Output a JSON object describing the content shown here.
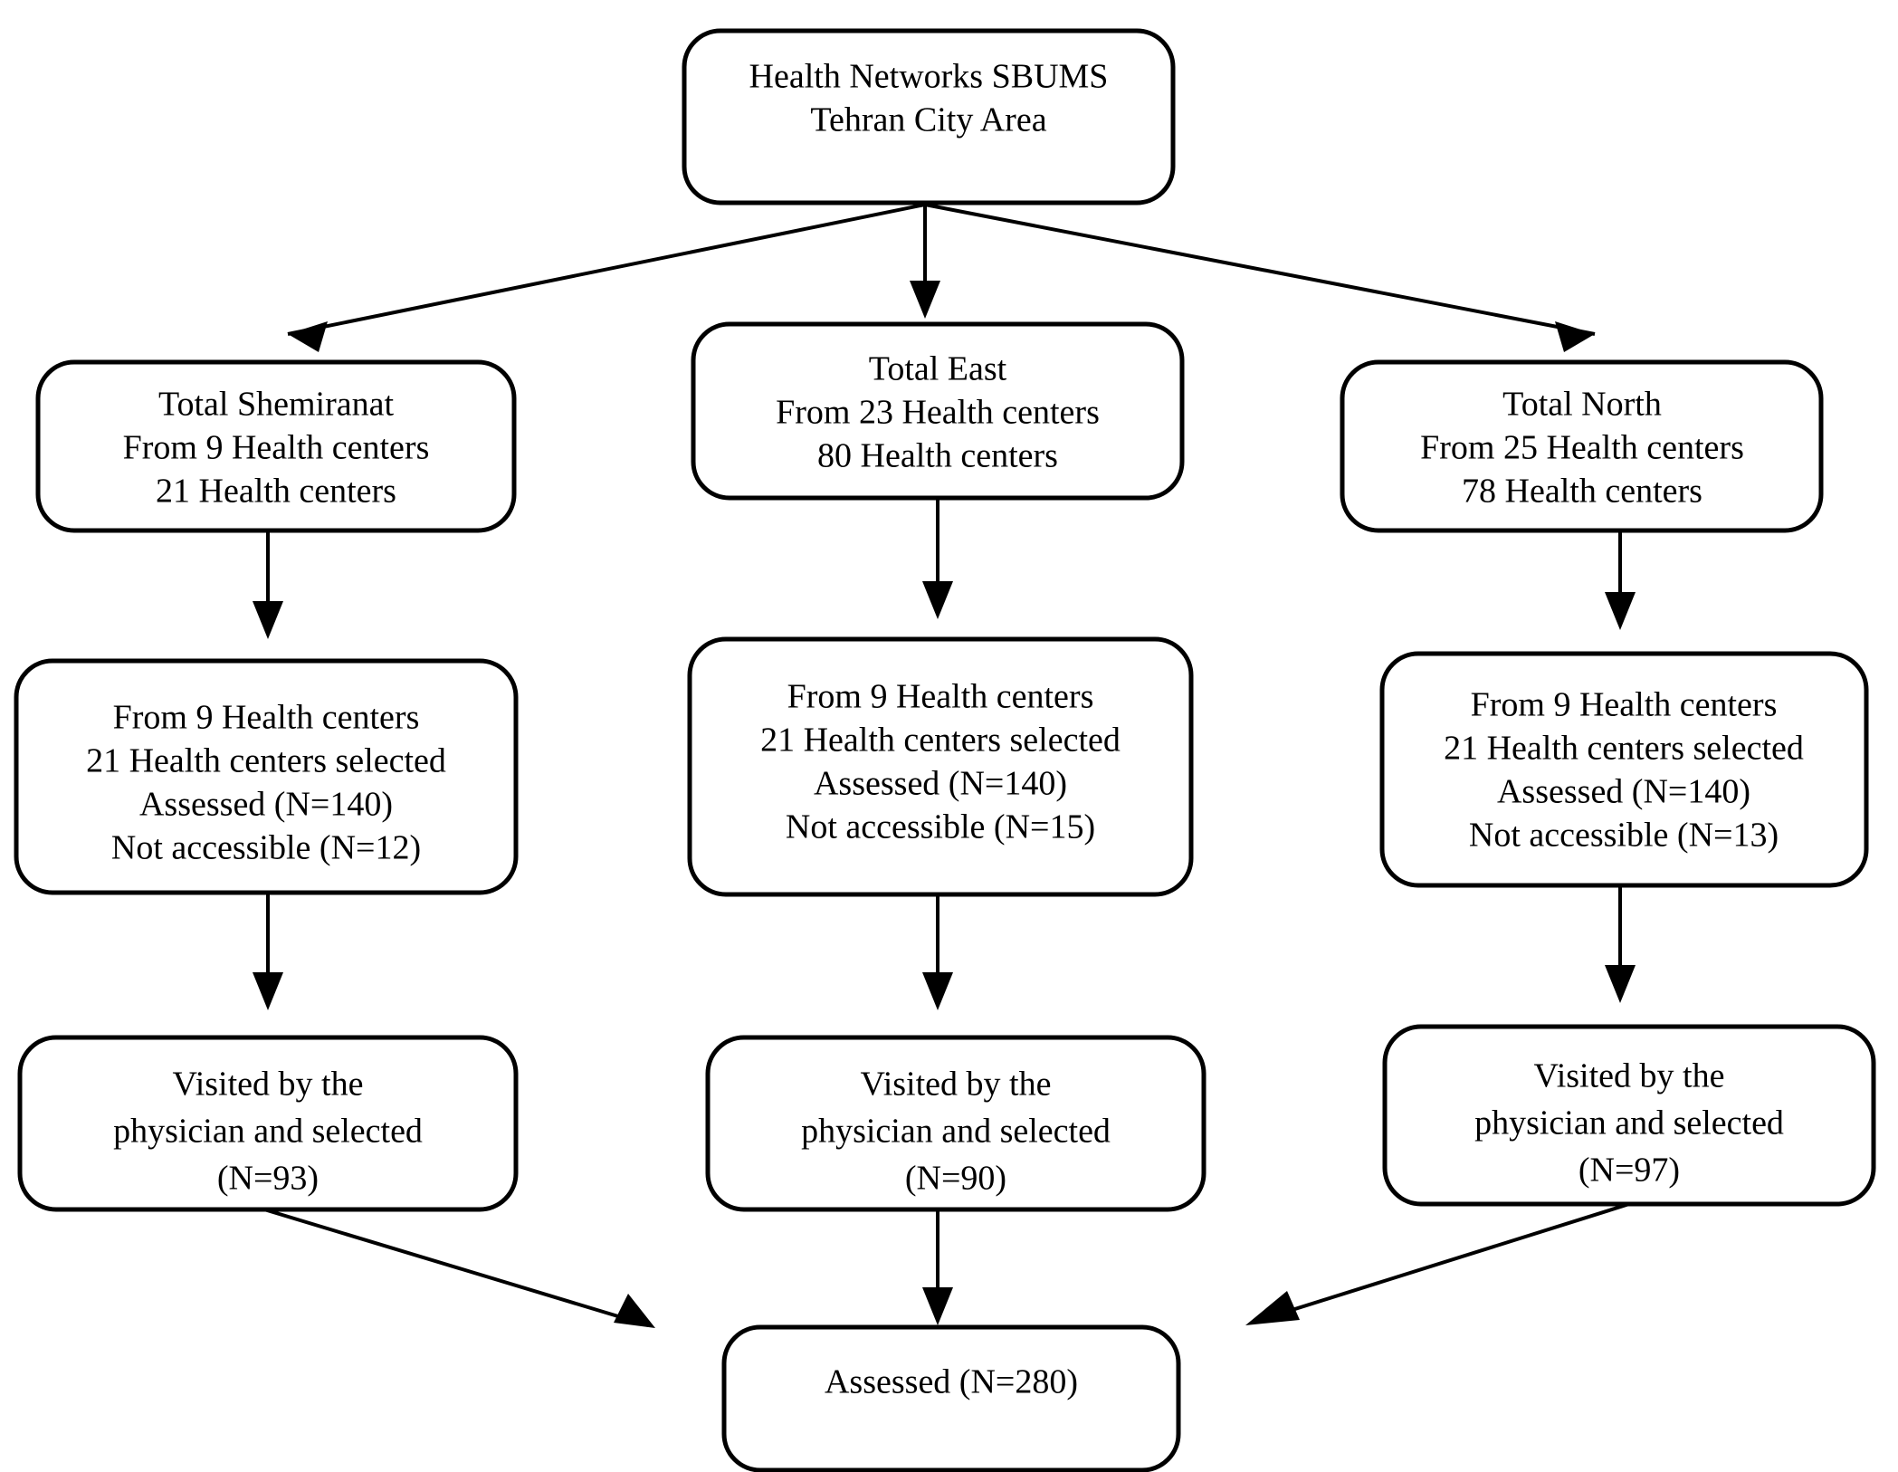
{
  "diagram": {
    "title": "Health Networks SBUMS Tehran City Area sampling flow",
    "type": "flowchart",
    "colors": {
      "background": "#ffffff",
      "box_stroke": "#000000",
      "box_fill": "#ffffff",
      "text": "#000000",
      "arrow": "#000000"
    },
    "nodes": {
      "root": {
        "id": "root",
        "lines": [
          "Health Networks SBUMS",
          "Tehran City Area"
        ]
      },
      "col_left_r2": {
        "id": "total-shemiranat",
        "lines": [
          "Total Shemiranat",
          "From 9 Health centers",
          "21 Health centers"
        ]
      },
      "col_mid_r2": {
        "id": "total-east",
        "lines": [
          "Total East",
          "From 23 Health centers",
          "80 Health centers"
        ]
      },
      "col_right_r2": {
        "id": "total-north",
        "lines": [
          "Total North",
          "From 25 Health centers",
          "78 Health centers"
        ]
      },
      "col_left_r3": {
        "id": "shemiranat-selection",
        "lines": [
          "From 9 Health centers",
          "21 Health centers selected",
          "Assessed (N=140)",
          "Not accessible (N=12)"
        ]
      },
      "col_mid_r3": {
        "id": "east-selection",
        "lines": [
          "From 9 Health centers",
          "21 Health centers selected",
          "Assessed (N=140)",
          "Not accessible (N=15)"
        ]
      },
      "col_right_r3": {
        "id": "north-selection",
        "lines": [
          "From 9 Health centers",
          "21 Health centers selected",
          "Assessed (N=140)",
          "Not accessible (N=13)"
        ]
      },
      "col_left_r4": {
        "id": "shemiranat-visited",
        "lines": [
          "Visited by the",
          "physician and selected",
          "(N=93)"
        ]
      },
      "col_mid_r4": {
        "id": "east-visited",
        "lines": [
          "Visited by the",
          "physician and selected",
          "(N=90)"
        ]
      },
      "col_right_r4": {
        "id": "north-visited",
        "lines": [
          "Visited by the",
          "physician and selected",
          "(N=97)"
        ]
      },
      "bottom": {
        "id": "assessed-total",
        "lines": [
          "Assessed (N=280)"
        ]
      }
    },
    "edges": [
      {
        "from": "root",
        "to": "col_left_r2",
        "style": "diagonal-arrow"
      },
      {
        "from": "root",
        "to": "col_mid_r2",
        "style": "vertical-arrow"
      },
      {
        "from": "root",
        "to": "col_right_r2",
        "style": "diagonal-arrow"
      },
      {
        "from": "col_left_r2",
        "to": "col_left_r3",
        "style": "vertical-arrow"
      },
      {
        "from": "col_mid_r2",
        "to": "col_mid_r3",
        "style": "vertical-arrow"
      },
      {
        "from": "col_right_r2",
        "to": "col_right_r3",
        "style": "vertical-arrow"
      },
      {
        "from": "col_left_r3",
        "to": "col_left_r4",
        "style": "vertical-arrow"
      },
      {
        "from": "col_mid_r3",
        "to": "col_mid_r4",
        "style": "vertical-arrow"
      },
      {
        "from": "col_right_r3",
        "to": "col_right_r4",
        "style": "vertical-arrow"
      },
      {
        "from": "col_left_r4",
        "to": "bottom",
        "style": "diagonal-arrow"
      },
      {
        "from": "col_mid_r4",
        "to": "bottom",
        "style": "vertical-arrow"
      },
      {
        "from": "col_right_r4",
        "to": "bottom",
        "style": "diagonal-arrow"
      }
    ]
  }
}
